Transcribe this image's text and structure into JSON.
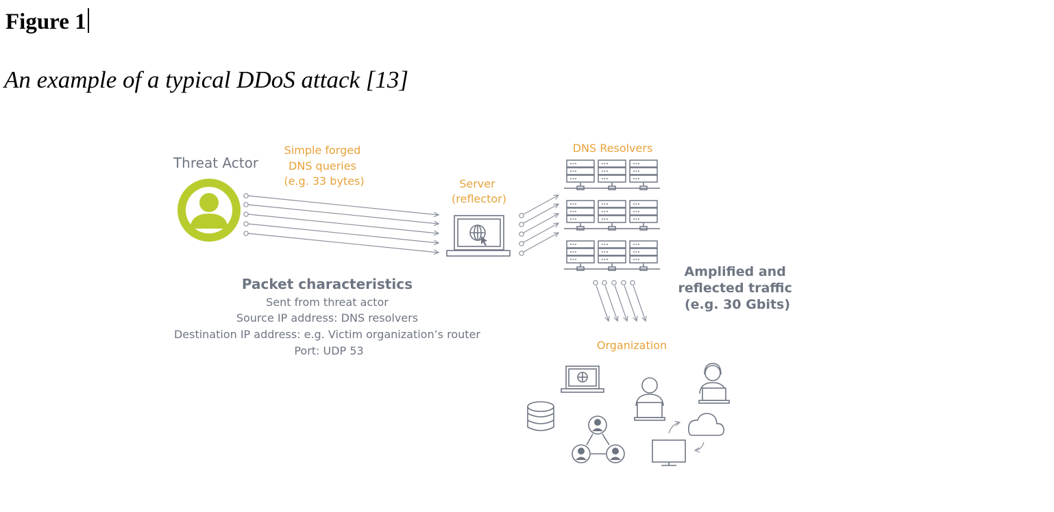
{
  "figure": {
    "heading": "Figure 1",
    "caption": "An example of a typical DDoS attack [13]"
  },
  "diagram": {
    "colors": {
      "accent_orange": "#E8A23A",
      "accent_green": "#B9CC2E",
      "slate": "#6E7582",
      "line": "#8A909B"
    },
    "threat_actor": {
      "label": "Threat Actor",
      "icon": "user-icon"
    },
    "forged_queries": {
      "lines": [
        "Simple forged",
        "DNS queries",
        "(e.g. 33 bytes)"
      ]
    },
    "server": {
      "lines": [
        "Server",
        "(reflector)"
      ],
      "icon": "laptop-globe-icon"
    },
    "dns_resolvers": {
      "label": "DNS Resolvers",
      "icon": "server-rack-icon"
    },
    "amplified": {
      "lines": [
        "Amplified and",
        "reflected traffic",
        "(e.g. 30 Gbits)"
      ]
    },
    "packet": {
      "title": "Packet characteristics",
      "lines": [
        "Sent from threat actor",
        "Source IP address: DNS resolvers",
        "Destination IP address: e.g. Victim organization’s router",
        "Port: UDP 53"
      ]
    },
    "organization": {
      "label": "Organization",
      "icons": [
        "laptop-globe-icon",
        "database-icon",
        "network-users-icon",
        "user-laptop-icon",
        "user-laptop-headset-icon",
        "monitor-icon",
        "cloud-icon"
      ]
    }
  }
}
